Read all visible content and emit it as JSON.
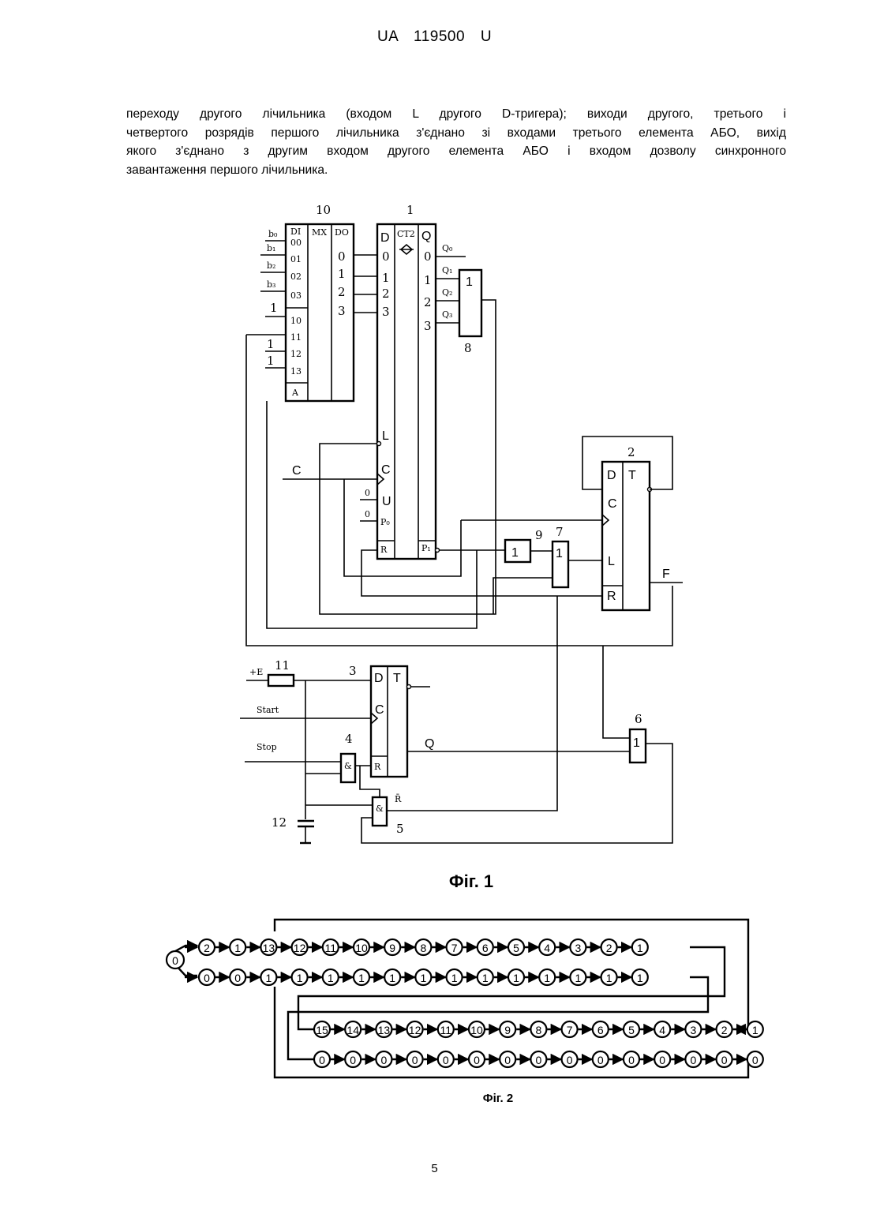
{
  "header": "UA   119500   U",
  "paragraph": [
    "переходу другого лічильника (входом L другого D-тригера); виходи другого, третього і",
    "четвертого розрядів першого лічильника з'єднано зі входами третього елемента АБО, вихід",
    "якого з'єднано з другим входом другого елемента АБО і входом дозволу синхронного",
    "завантаження першого лічильника."
  ],
  "fig1": {
    "caption": "Фіг. 1",
    "mux": {
      "number": "10",
      "di": "DI",
      "mx": "MX",
      "do": "DO",
      "inputs": [
        "00",
        "01",
        "02",
        "03",
        "10",
        "11",
        "12",
        "13"
      ],
      "addr": "A",
      "outputs": [
        "0",
        "1",
        "2",
        "3"
      ],
      "labels": [
        "b₀",
        "b₁",
        "b₂",
        "b₃"
      ],
      "consts": [
        "1",
        "1",
        "1"
      ]
    },
    "counter": {
      "number": "1",
      "d": "D",
      "ct": "CT2",
      "q": "Q",
      "l": "L",
      "c": "C",
      "u": "U",
      "p0": "P₀",
      "r": "R",
      "pout": "P₁",
      "in_digits": [
        "0",
        "1",
        "2",
        "3"
      ],
      "out_digits": [
        "0",
        "1",
        "2",
        "3"
      ],
      "outs": [
        "Q₀",
        "Q₁",
        "Q₂",
        "Q₃"
      ],
      "zeros": [
        "0",
        "0"
      ]
    },
    "or8": {
      "number": "8",
      "symbol": "1"
    },
    "flipflop2": {
      "number": "2",
      "d": "D",
      "t": "T",
      "c": "C",
      "l": "L",
      "r": "R"
    },
    "gate9": {
      "number": "9",
      "symbol": "1"
    },
    "gate7": {
      "number": "7",
      "symbol": "1"
    },
    "output_f": "F",
    "clock": "C",
    "resistor": {
      "number": "11",
      "supply": "+E"
    },
    "flipflop3": {
      "number": "3",
      "d": "D",
      "t": "T",
      "c": "C",
      "r": "R",
      "q": "Q"
    },
    "start": "Start",
    "stop": "Stop",
    "and4": {
      "number": "4",
      "symbol": "&"
    },
    "and5": {
      "number": "5",
      "symbol": "&",
      "rbar": "R̄"
    },
    "or6": {
      "number": "6",
      "symbol": "1"
    },
    "capacitor": {
      "number": "12"
    }
  },
  "fig2": {
    "caption": "Фіг. 2",
    "start_node": "0",
    "row1": [
      "2",
      "1",
      "13",
      "12",
      "11",
      "10",
      "9",
      "8",
      "7",
      "6",
      "5",
      "4",
      "3",
      "2",
      "1"
    ],
    "row2": [
      "0",
      "0",
      "1",
      "1",
      "1",
      "1",
      "1",
      "1",
      "1",
      "1",
      "1",
      "1",
      "1",
      "1",
      "1"
    ],
    "row3": [
      "15",
      "14",
      "13",
      "12",
      "11",
      "10",
      "9",
      "8",
      "7",
      "6",
      "5",
      "4",
      "3",
      "2",
      "1"
    ],
    "row4": [
      "0",
      "0",
      "0",
      "0",
      "0",
      "0",
      "0",
      "0",
      "0",
      "0",
      "0",
      "0",
      "0",
      "0",
      "0"
    ]
  },
  "page_number": "5"
}
